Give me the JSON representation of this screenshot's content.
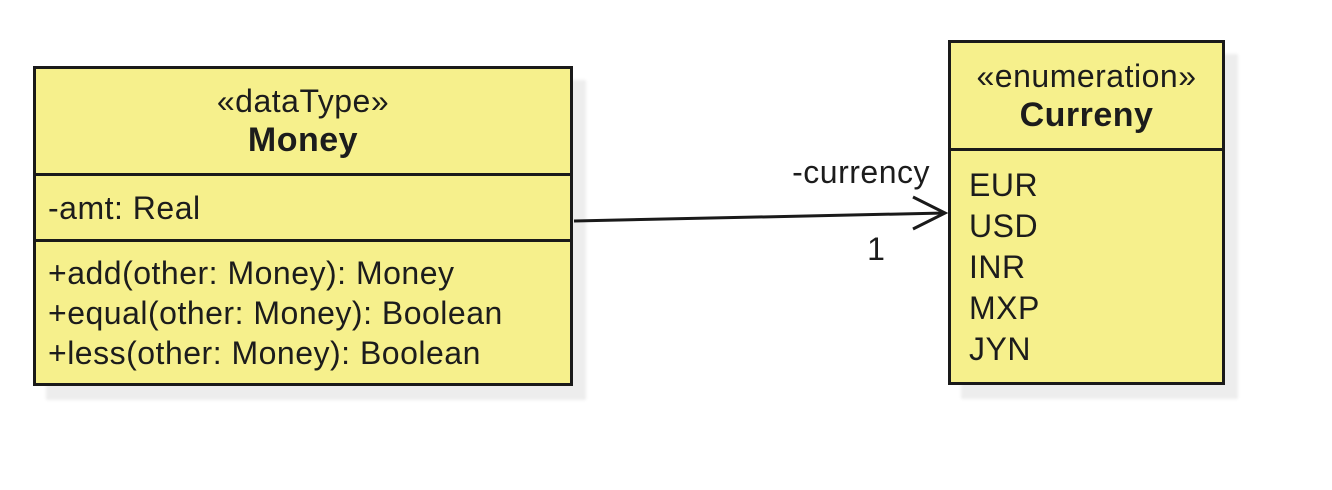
{
  "diagram": {
    "money_class": {
      "stereotype": "«dataType»",
      "name": "Money",
      "attributes": [
        "-amt: Real"
      ],
      "operations": [
        "+add(other: Money): Money",
        "+equal(other: Money): Boolean",
        "+less(other: Money): Boolean"
      ]
    },
    "currency_enum": {
      "stereotype": "«enumeration»",
      "name": "Curreny",
      "literals": [
        "EUR",
        "USD",
        "INR",
        "MXP",
        "JYN"
      ]
    },
    "association": {
      "role_label": "-currency",
      "multiplicity": "1"
    },
    "colors": {
      "node_fill": "#F6F08C",
      "node_border": "#1A1A1A",
      "shadow": "#EDEDED",
      "background": "#FFFFFF"
    }
  }
}
